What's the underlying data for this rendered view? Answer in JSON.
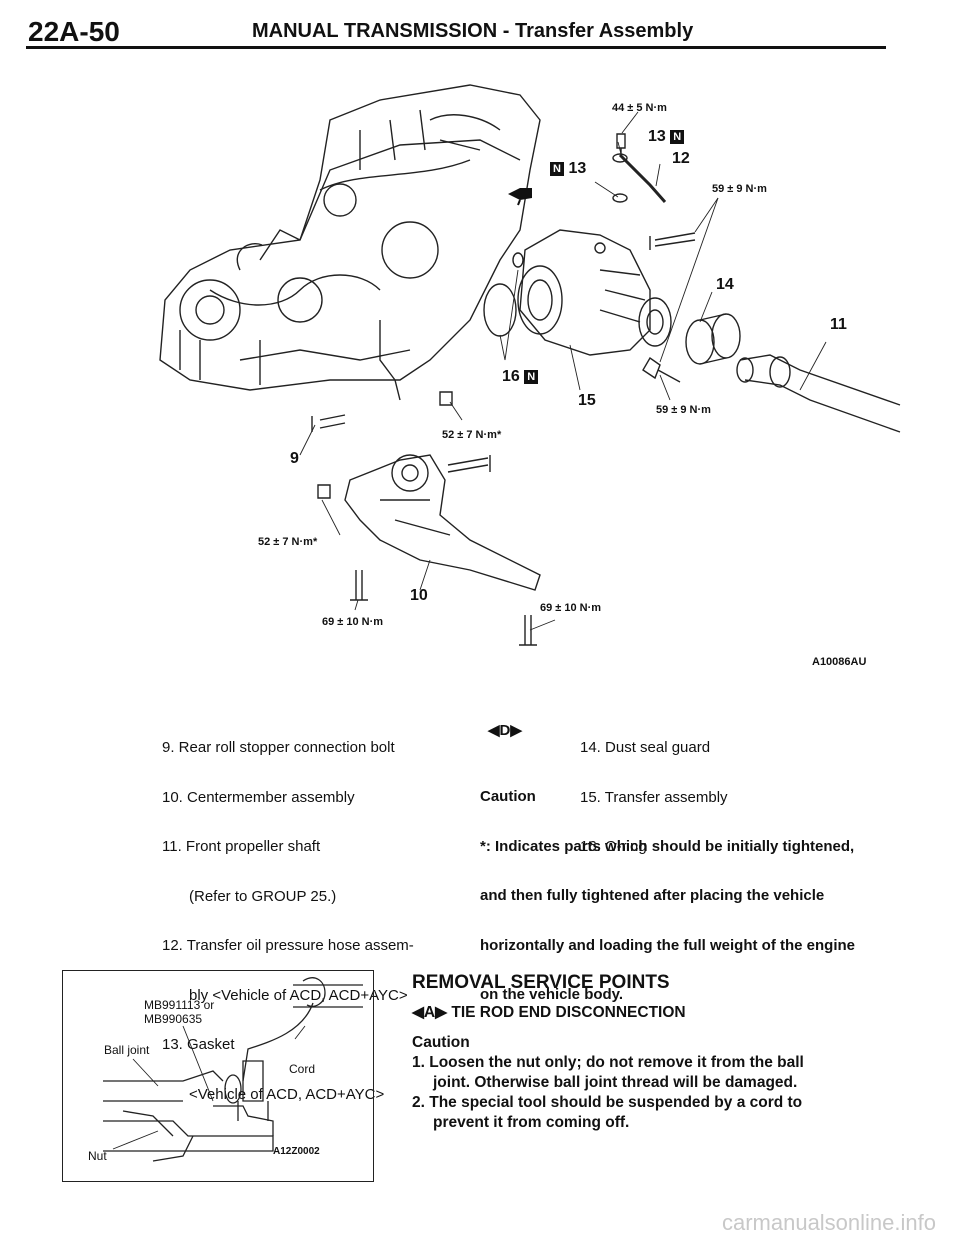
{
  "header": {
    "page_number": "22A-50",
    "title": "MANUAL TRANSMISSION - Transfer Assembly"
  },
  "diagram": {
    "torques": {
      "t44": "44 ± 5 N·m",
      "t59a": "59 ± 9 N·m",
      "t59b": "59 ± 9 N·m",
      "t52a": "52 ± 7 N·m*",
      "t52b": "52 ± 7 N·m*",
      "t69a": "69 ± 10 N·m",
      "t69b": "69 ± 10 N·m"
    },
    "callouts": {
      "c9": "9",
      "c10": "10",
      "c11": "11",
      "c12": "12",
      "c13a": "13",
      "c13b": "13",
      "c14": "14",
      "c15": "15",
      "c16": "16"
    },
    "n_mark": "N",
    "figure_code": "A10086AU"
  },
  "legend": {
    "left": [
      "9. Rear roll stopper connection bolt",
      "10. Centermember assembly",
      "11. Front propeller shaft",
      "(Refer to GROUP 25.)",
      "12. Transfer oil pressure hose assem-",
      "bly <Vehicle of ACD, ACD+AYC>",
      "13. Gasket",
      "<Vehicle of ACD, ACD+AYC>"
    ],
    "marker_d": "◀D▶",
    "right": [
      "14. Dust seal guard",
      "15. Transfer assembly",
      "16. O-ring"
    ],
    "caution_title": "Caution",
    "caution_lines": [
      "*: Indicates parts which should be initially tightened,",
      "and then fully tightened after placing the vehicle",
      "horizontally and loading the full weight of the engine",
      "on the vehicle body."
    ]
  },
  "inset": {
    "tool1": "MB991113 or",
    "tool2": "MB990635",
    "ball_joint": "Ball joint",
    "cord": "Cord",
    "nut": "Nut",
    "code": "A12Z0002"
  },
  "service": {
    "heading": "REMOVAL SERVICE POINTS",
    "marker": "◀A▶",
    "subheading": "TIE ROD END DISCONNECTION",
    "caution": "Caution",
    "item1_line1": "1. Loosen the nut only; do not remove it from the ball",
    "item1_line2": "joint. Otherwise ball joint thread will be damaged.",
    "item2_line1": "2. The special tool should be suspended by a cord to",
    "item2_line2": "prevent it from coming off."
  },
  "footer": {
    "watermark": "carmanualsonline.info"
  }
}
